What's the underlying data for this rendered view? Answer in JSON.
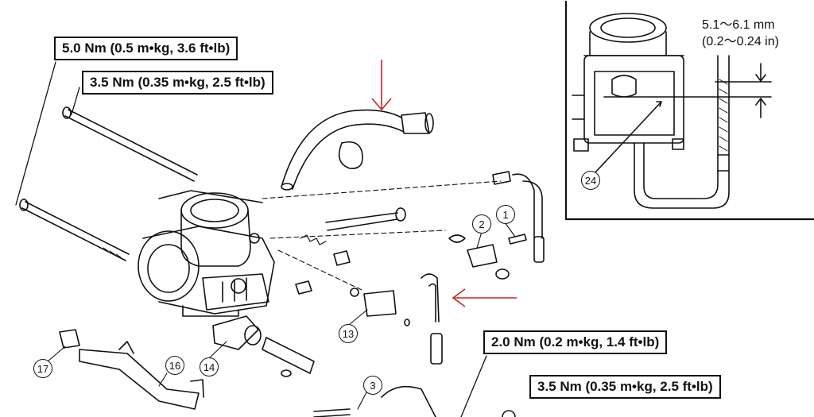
{
  "torque_labels": {
    "t1": "5.0 Nm (0.5 m•kg, 3.6 ft•lb)",
    "t2": "3.5 Nm (0.35 m•kg, 2.5 ft•lb)",
    "t3": "2.0 Nm (0.2 m•kg, 1.4 ft•lb)",
    "t4": "3.5 Nm (0.35 m•kg, 2.5 ft•lb)"
  },
  "float_level": {
    "mm": "5.1～6.1 mm",
    "inch": "(0.2～0.24 in)"
  },
  "callouts": {
    "c1": "1",
    "c2": "2",
    "c3": "3",
    "c13": "13",
    "c14": "14",
    "c16": "16",
    "c17": "17",
    "c24": "24"
  },
  "colors": {
    "line": "#111111",
    "annotation_arrow": "#cc2222",
    "background": "#ffffff"
  }
}
